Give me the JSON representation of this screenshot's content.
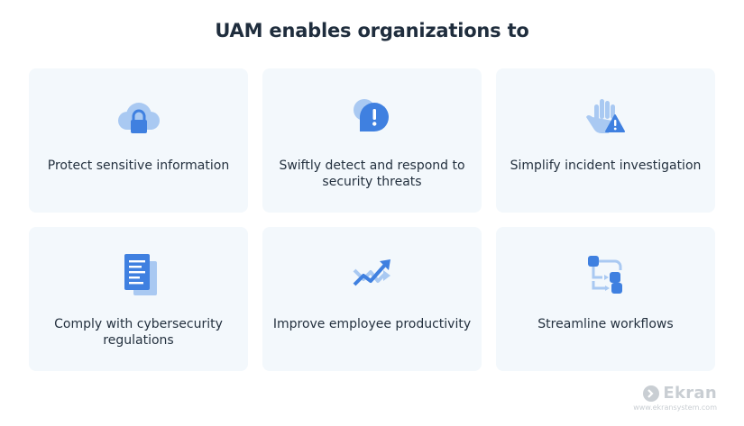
{
  "title": "UAM enables organizations to",
  "cards": [
    {
      "icon": "cloud-lock-icon",
      "label": "Protect sensitive information"
    },
    {
      "icon": "alert-chat-icon",
      "label": "Swiftly detect and respond to security threats"
    },
    {
      "icon": "hand-warning-icon",
      "label": "Simplify incident investigation"
    },
    {
      "icon": "document-icon",
      "label": "Comply with cybersecurity regulations"
    },
    {
      "icon": "trend-arrows-icon",
      "label": "Improve employee productivity"
    },
    {
      "icon": "workflow-icon",
      "label": "Streamline workflows"
    }
  ],
  "brand": {
    "name": "Ekran",
    "url": "www.ekransystem.com"
  },
  "colors": {
    "primary": "#3f80e0",
    "light": "#a9c9f2",
    "card_bg": "#f3f8fc",
    "text": "#24313f",
    "watermark": "#c9ced3"
  }
}
